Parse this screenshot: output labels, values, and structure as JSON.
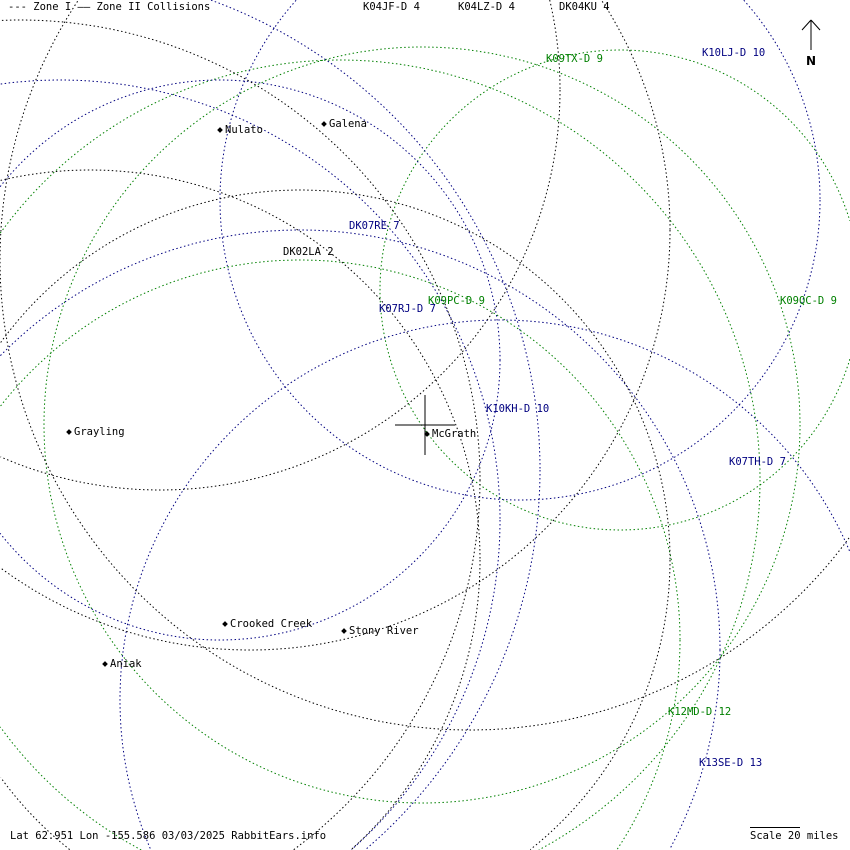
{
  "legend": {
    "zone1": "--- Zone I",
    "zone2": "—— Zone II Collisions"
  },
  "colors": {
    "black": "#000000",
    "navy": "#000080",
    "green": "#008000"
  },
  "stations": [
    {
      "label": "K04JF-D 4",
      "color": "black"
    },
    {
      "label": "K04LZ-D 4",
      "color": "black"
    },
    {
      "label": "DK04KU 4",
      "color": "black"
    },
    {
      "label": "K09TX-D 9",
      "color": "green"
    },
    {
      "label": "K10LJ-D 10",
      "color": "navy"
    },
    {
      "label": "DK07RE 7",
      "color": "navy"
    },
    {
      "label": "DK02LA 2",
      "color": "black"
    },
    {
      "label": "K09PC-D 9",
      "color": "green"
    },
    {
      "label": "K09QC-D 9",
      "color": "green"
    },
    {
      "label": "K07RJ-D 7",
      "color": "navy"
    },
    {
      "label": "K10KH-D 10",
      "color": "navy"
    },
    {
      "label": "K07TH-D 7",
      "color": "navy"
    },
    {
      "label": "K12MD-D 12",
      "color": "green"
    },
    {
      "label": "K13SE-D 13",
      "color": "navy"
    }
  ],
  "towns": [
    "Nulato",
    "Galena",
    "Grayling",
    "McGrath",
    "Crooked Creek",
    "Stony River",
    "Aniak"
  ],
  "north": "N",
  "footer": {
    "info": "Lat 62.951 Lon -155.586 03/03/2025 RabbitEars.info",
    "scale": "Scale 20 miles"
  }
}
